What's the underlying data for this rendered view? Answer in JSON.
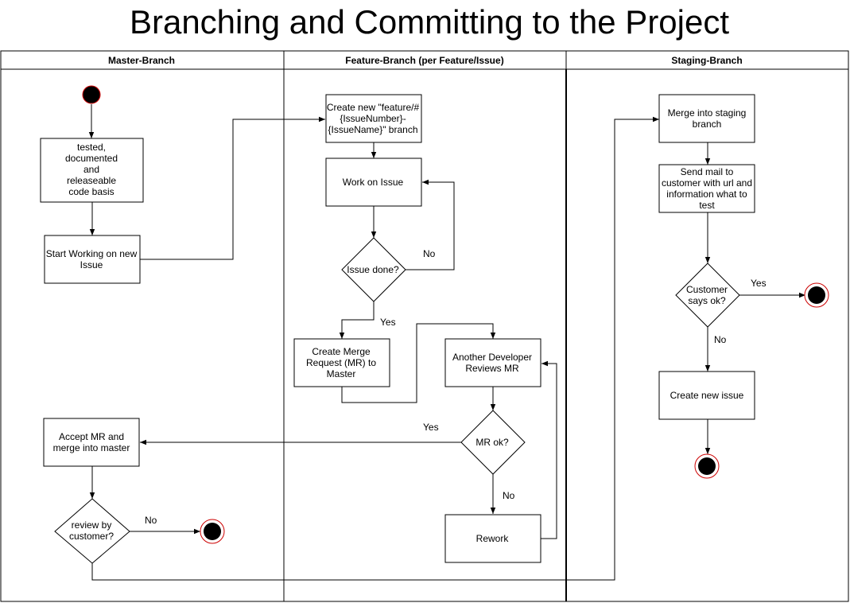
{
  "title": "Branching and Committing to the Project",
  "lanes": [
    {
      "name": "Master-Branch"
    },
    {
      "name": "Feature-Branch (per Feature/Issue)"
    },
    {
      "name": "Staging-Branch"
    }
  ],
  "nodes": {
    "codebase": [
      "tested,",
      "documented",
      "and",
      "releaseable",
      "code basis"
    ],
    "start_working": [
      "Start Working on new",
      "Issue"
    ],
    "create_branch": [
      "Create new \"feature/#",
      "{IssueNumber}-",
      "{IssueName}\" branch"
    ],
    "work_on_issue": [
      "Work on Issue"
    ],
    "issue_done": [
      "Issue done?"
    ],
    "create_mr": [
      "Create Merge",
      "Request (MR) to",
      "Master"
    ],
    "review_mr": [
      "Another Developer",
      "Reviews MR"
    ],
    "mr_ok": [
      "MR ok?"
    ],
    "rework": [
      "Rework"
    ],
    "accept_mr": [
      "Accept MR and",
      "merge into master"
    ],
    "review_customer": [
      "review by",
      "customer?"
    ],
    "merge_staging": [
      "Merge into staging",
      "branch"
    ],
    "send_mail": [
      "Send mail to",
      "customer with url and",
      "information what to",
      "test"
    ],
    "customer_ok": [
      "Customer",
      "says ok?"
    ],
    "create_issue": [
      "Create new issue"
    ]
  },
  "edge_labels": {
    "issue_no": "No",
    "issue_yes": "Yes",
    "mr_yes": "Yes",
    "mr_no": "No",
    "review_no": "No",
    "customer_yes": "Yes",
    "customer_no": "No"
  }
}
